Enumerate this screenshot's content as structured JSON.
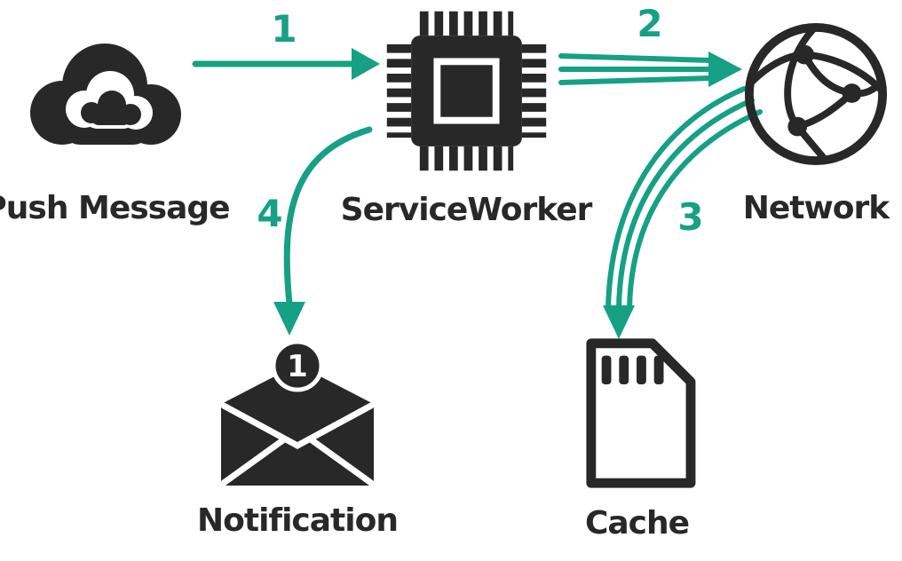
{
  "colors": {
    "accent": "#16a085",
    "ink": "#282828",
    "background": "#ffffff"
  },
  "nodes": {
    "push_message": {
      "label": "Push Message",
      "icon": "cloud-icon"
    },
    "service_worker": {
      "label": "ServiceWorker",
      "icon": "chip-icon"
    },
    "network": {
      "label": "Network",
      "icon": "globe-icon"
    },
    "notification": {
      "label": "Notification",
      "icon": "envelope-icon",
      "badge_count": "1"
    },
    "cache": {
      "label": "Cache",
      "icon": "sd-card-icon"
    }
  },
  "arrows": [
    {
      "label": "1",
      "from": "push_message",
      "to": "service_worker",
      "style": "single-straight"
    },
    {
      "label": "2",
      "from": "service_worker",
      "to": "network",
      "style": "triple-straight"
    },
    {
      "label": "3",
      "from": "network",
      "to": "cache",
      "style": "triple-curved"
    },
    {
      "label": "4",
      "from": "service_worker",
      "to": "notification",
      "style": "single-curved"
    }
  ]
}
